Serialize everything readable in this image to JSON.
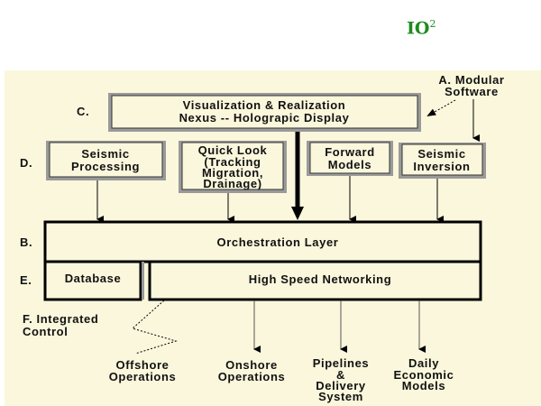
{
  "title": {
    "main": "IO",
    "sup": "2"
  },
  "labels": {
    "a_line1": "A. Modular",
    "a_line2": "Software",
    "c": "C.",
    "d": "D.",
    "b": "B.",
    "e": "E.",
    "f_line1": "F. Integrated",
    "f_line2": "Control"
  },
  "boxes": {
    "visualization_line1": "Visualization & Realization",
    "visualization_line2": "Nexus -- Holograpic Display",
    "seismic_processing_line1": "Seismic",
    "seismic_processing_line2": "Processing",
    "quick_look_line1": "Quick Look",
    "quick_look_line2": "(Tracking",
    "quick_look_line3": "Migration,",
    "quick_look_line4": "Drainage)",
    "forward_models_line1": "Forward",
    "forward_models_line2": "Models",
    "seismic_inversion_line1": "Seismic",
    "seismic_inversion_line2": "Inversion",
    "orchestration": "Orchestration Layer",
    "database": "Database",
    "networking": "High Speed Networking"
  },
  "outputs": {
    "offshore_line1": "Offshore",
    "offshore_line2": "Operations",
    "onshore_line1": "Onshore",
    "onshore_line2": "Operations",
    "pipelines_line1": "Pipelines",
    "pipelines_line2": "&",
    "pipelines_line3": "Delivery",
    "pipelines_line4": "System",
    "daily_line1": "Daily",
    "daily_line2": "Economic",
    "daily_line3": "Models"
  },
  "colors": {
    "panel": "#faf7dc",
    "title": "#1f8a1f"
  }
}
